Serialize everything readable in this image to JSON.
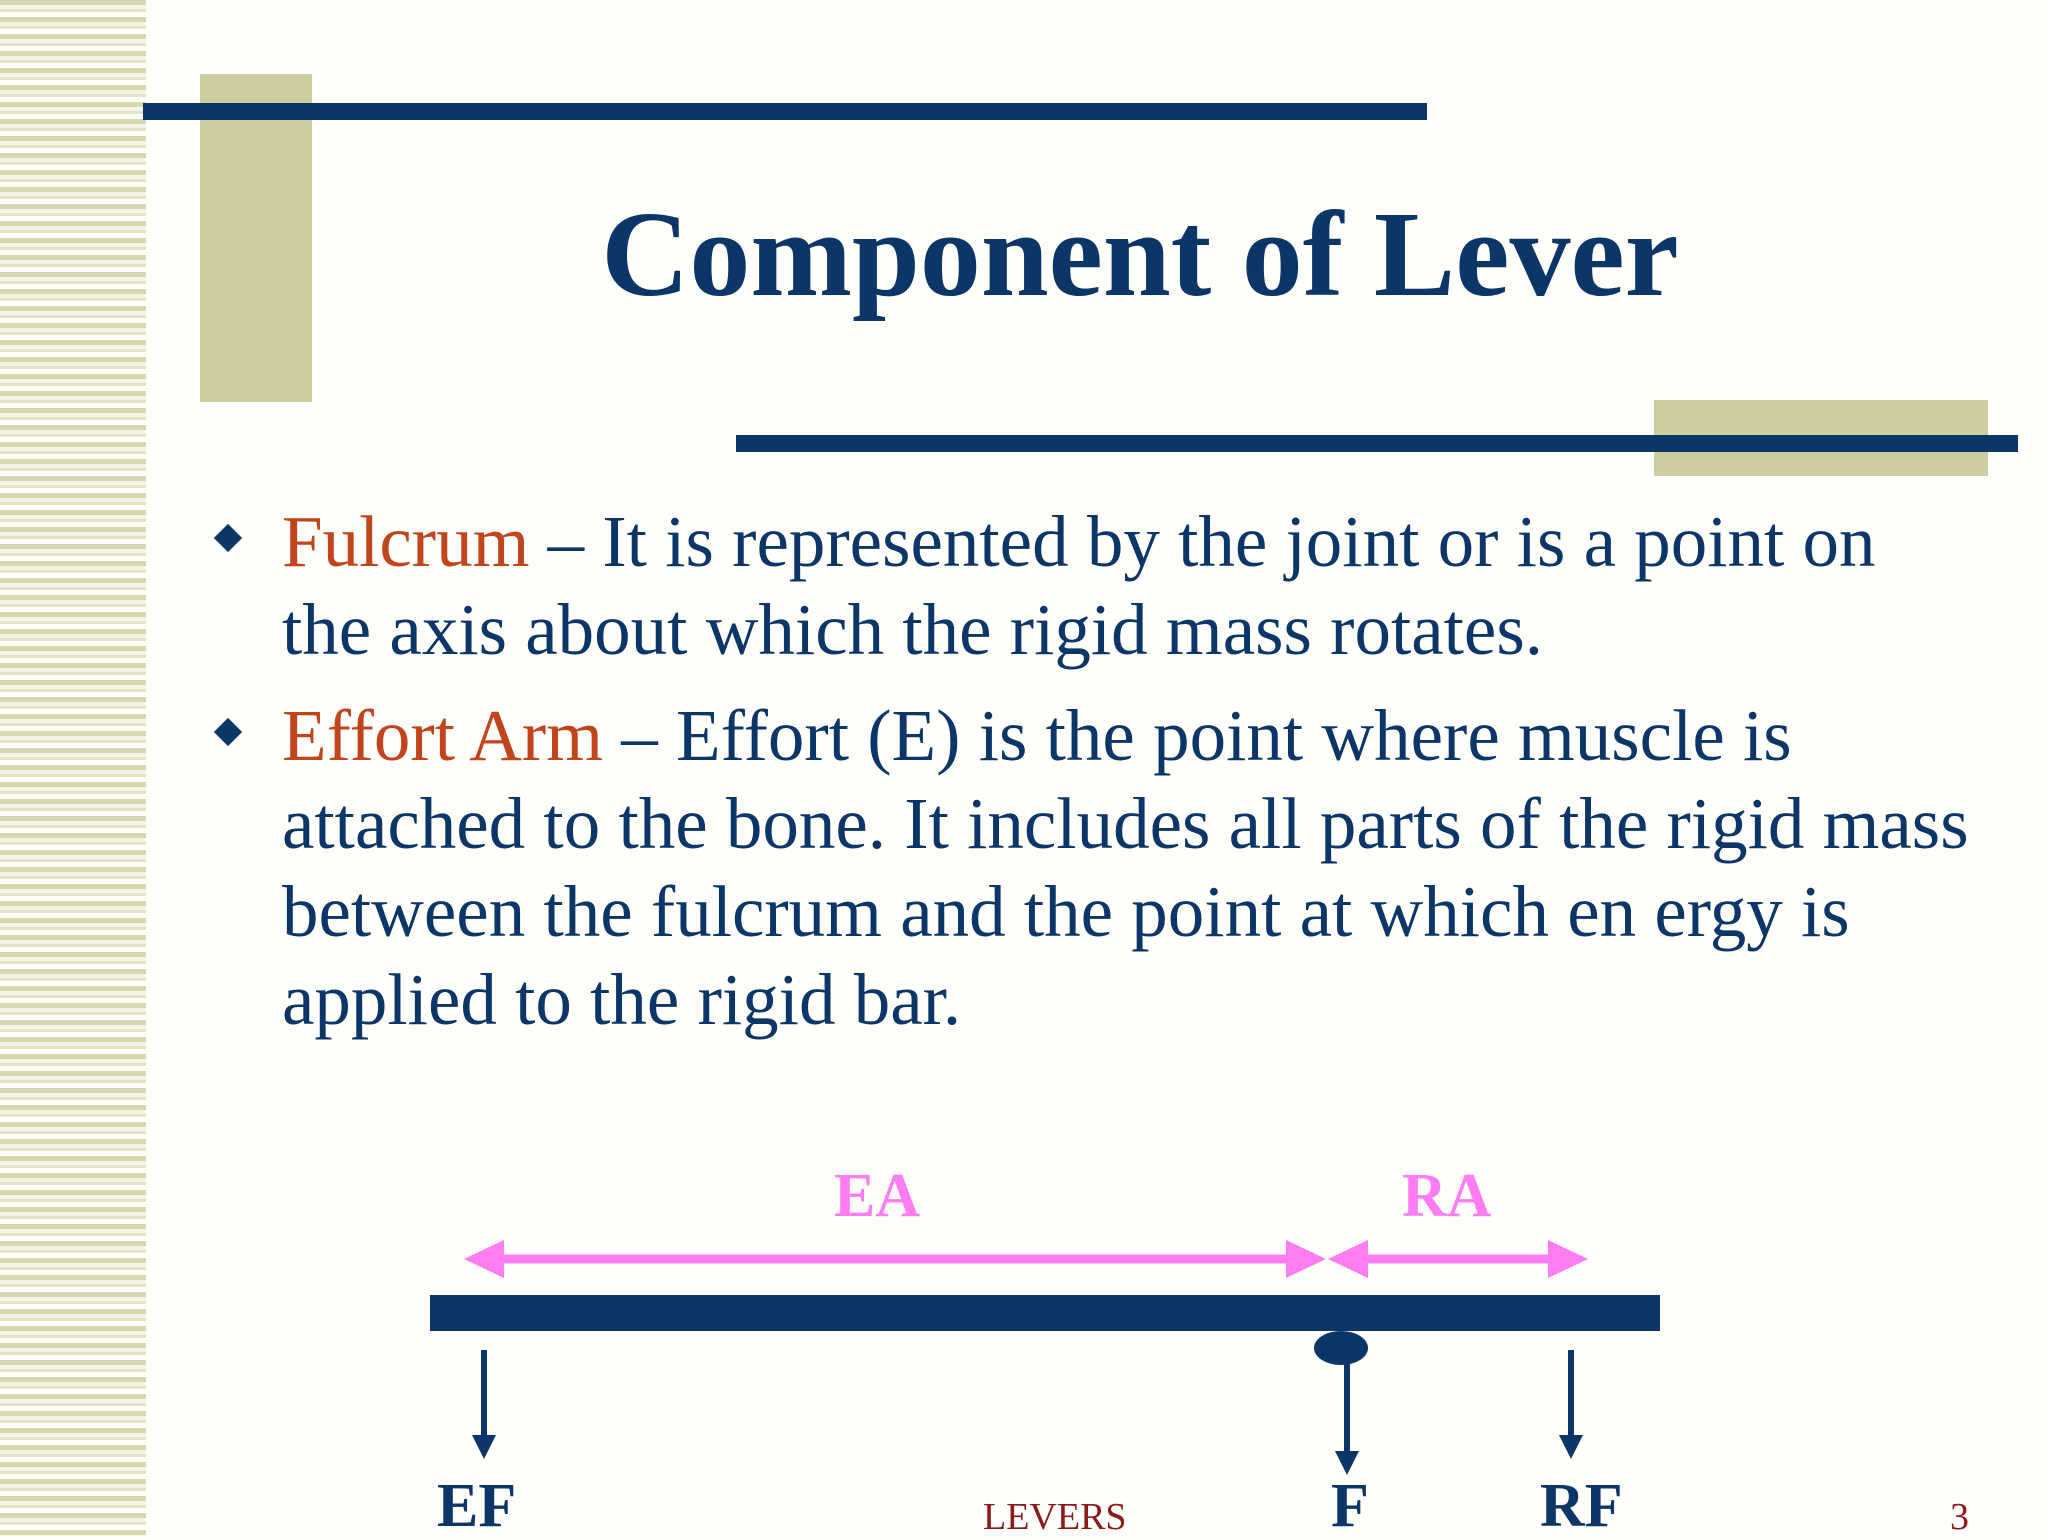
{
  "slide": {
    "title": "Component of Lever",
    "bullets": [
      {
        "term": "Fulcrum",
        "text": " – It is represented by the joint or is a point on the axis about which the rigid mass rotates."
      },
      {
        "term": "Effort Arm",
        "text": " – Effort (E) is the point where muscle is attached to the bone. It includes all parts of the rigid mass between the fulcrum and the point at which en ergy is applied to the rigid bar."
      }
    ],
    "footer": {
      "label": "LEVERS",
      "page_number": "3"
    }
  },
  "diagram": {
    "arm_labels": {
      "effort_arm": "EA",
      "resistance_arm": "RA"
    },
    "force_labels": {
      "effort_force": "EF",
      "fulcrum": "F",
      "resistance_force": "RF"
    }
  },
  "colors": {
    "navy": "#0c3568",
    "olive": "#cdcd9f",
    "term_orange": "#c0441c",
    "diagram_pink": "#ff7cf2",
    "footer_red": "#8b1a1a"
  }
}
